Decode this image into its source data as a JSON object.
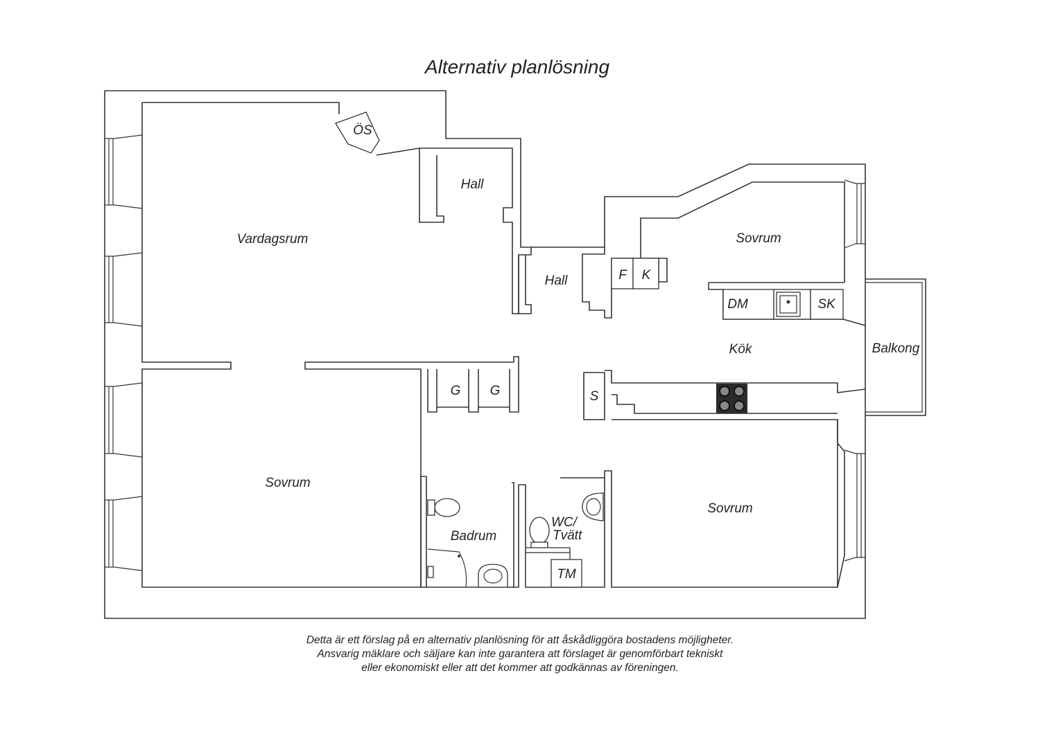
{
  "title": "Alternativ planlösning",
  "rooms": {
    "vardagsrum": "Vardagsrum",
    "hall_upper": "Hall",
    "hall_lower": "Hall",
    "sovrum_ne": "Sovrum",
    "kok": "Kök",
    "balkong": "Balkong",
    "sovrum_sw": "Sovrum",
    "badrum": "Badrum",
    "wc_line1": "WC/",
    "wc_line2": "Tvätt",
    "sovrum_se": "Sovrum"
  },
  "fixtures": {
    "os": "ÖS",
    "f": "F",
    "k": "K",
    "dm": "DM",
    "sk": "SK",
    "s": "S",
    "g1": "G",
    "g2": "G",
    "tm": "TM"
  },
  "disclaimer": [
    "Detta är ett förslag på en alternativ planlösning för att åskådliggöra bostadens möjligheter.",
    "Ansvarig mäklare och säljare kan inte garantera att förslaget är genomförbart tekniskt",
    "eller ekonomiskt eller att det kommer att godkännas av föreningen."
  ]
}
